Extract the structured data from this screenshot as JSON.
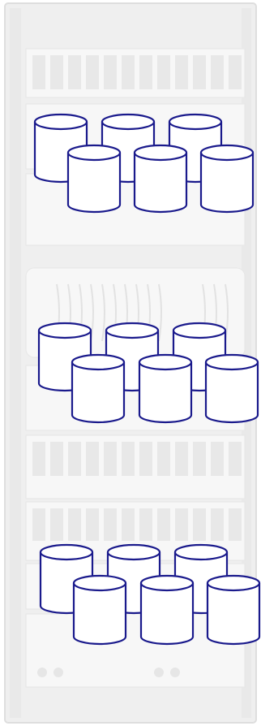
{
  "diagram": {
    "type": "server-rack-with-storage-groups",
    "rack": {
      "color": "#eeeeee",
      "edge_color": "#dcdcdc",
      "slot_color": "#f6f6f6"
    },
    "disk": {
      "fill": "#ffffff",
      "stroke": "#1a1a8c"
    },
    "groups": [
      {
        "name": "disk-group-top",
        "disk_count": 6
      },
      {
        "name": "disk-group-middle",
        "disk_count": 6
      },
      {
        "name": "disk-group-bottom",
        "disk_count": 6
      }
    ]
  }
}
